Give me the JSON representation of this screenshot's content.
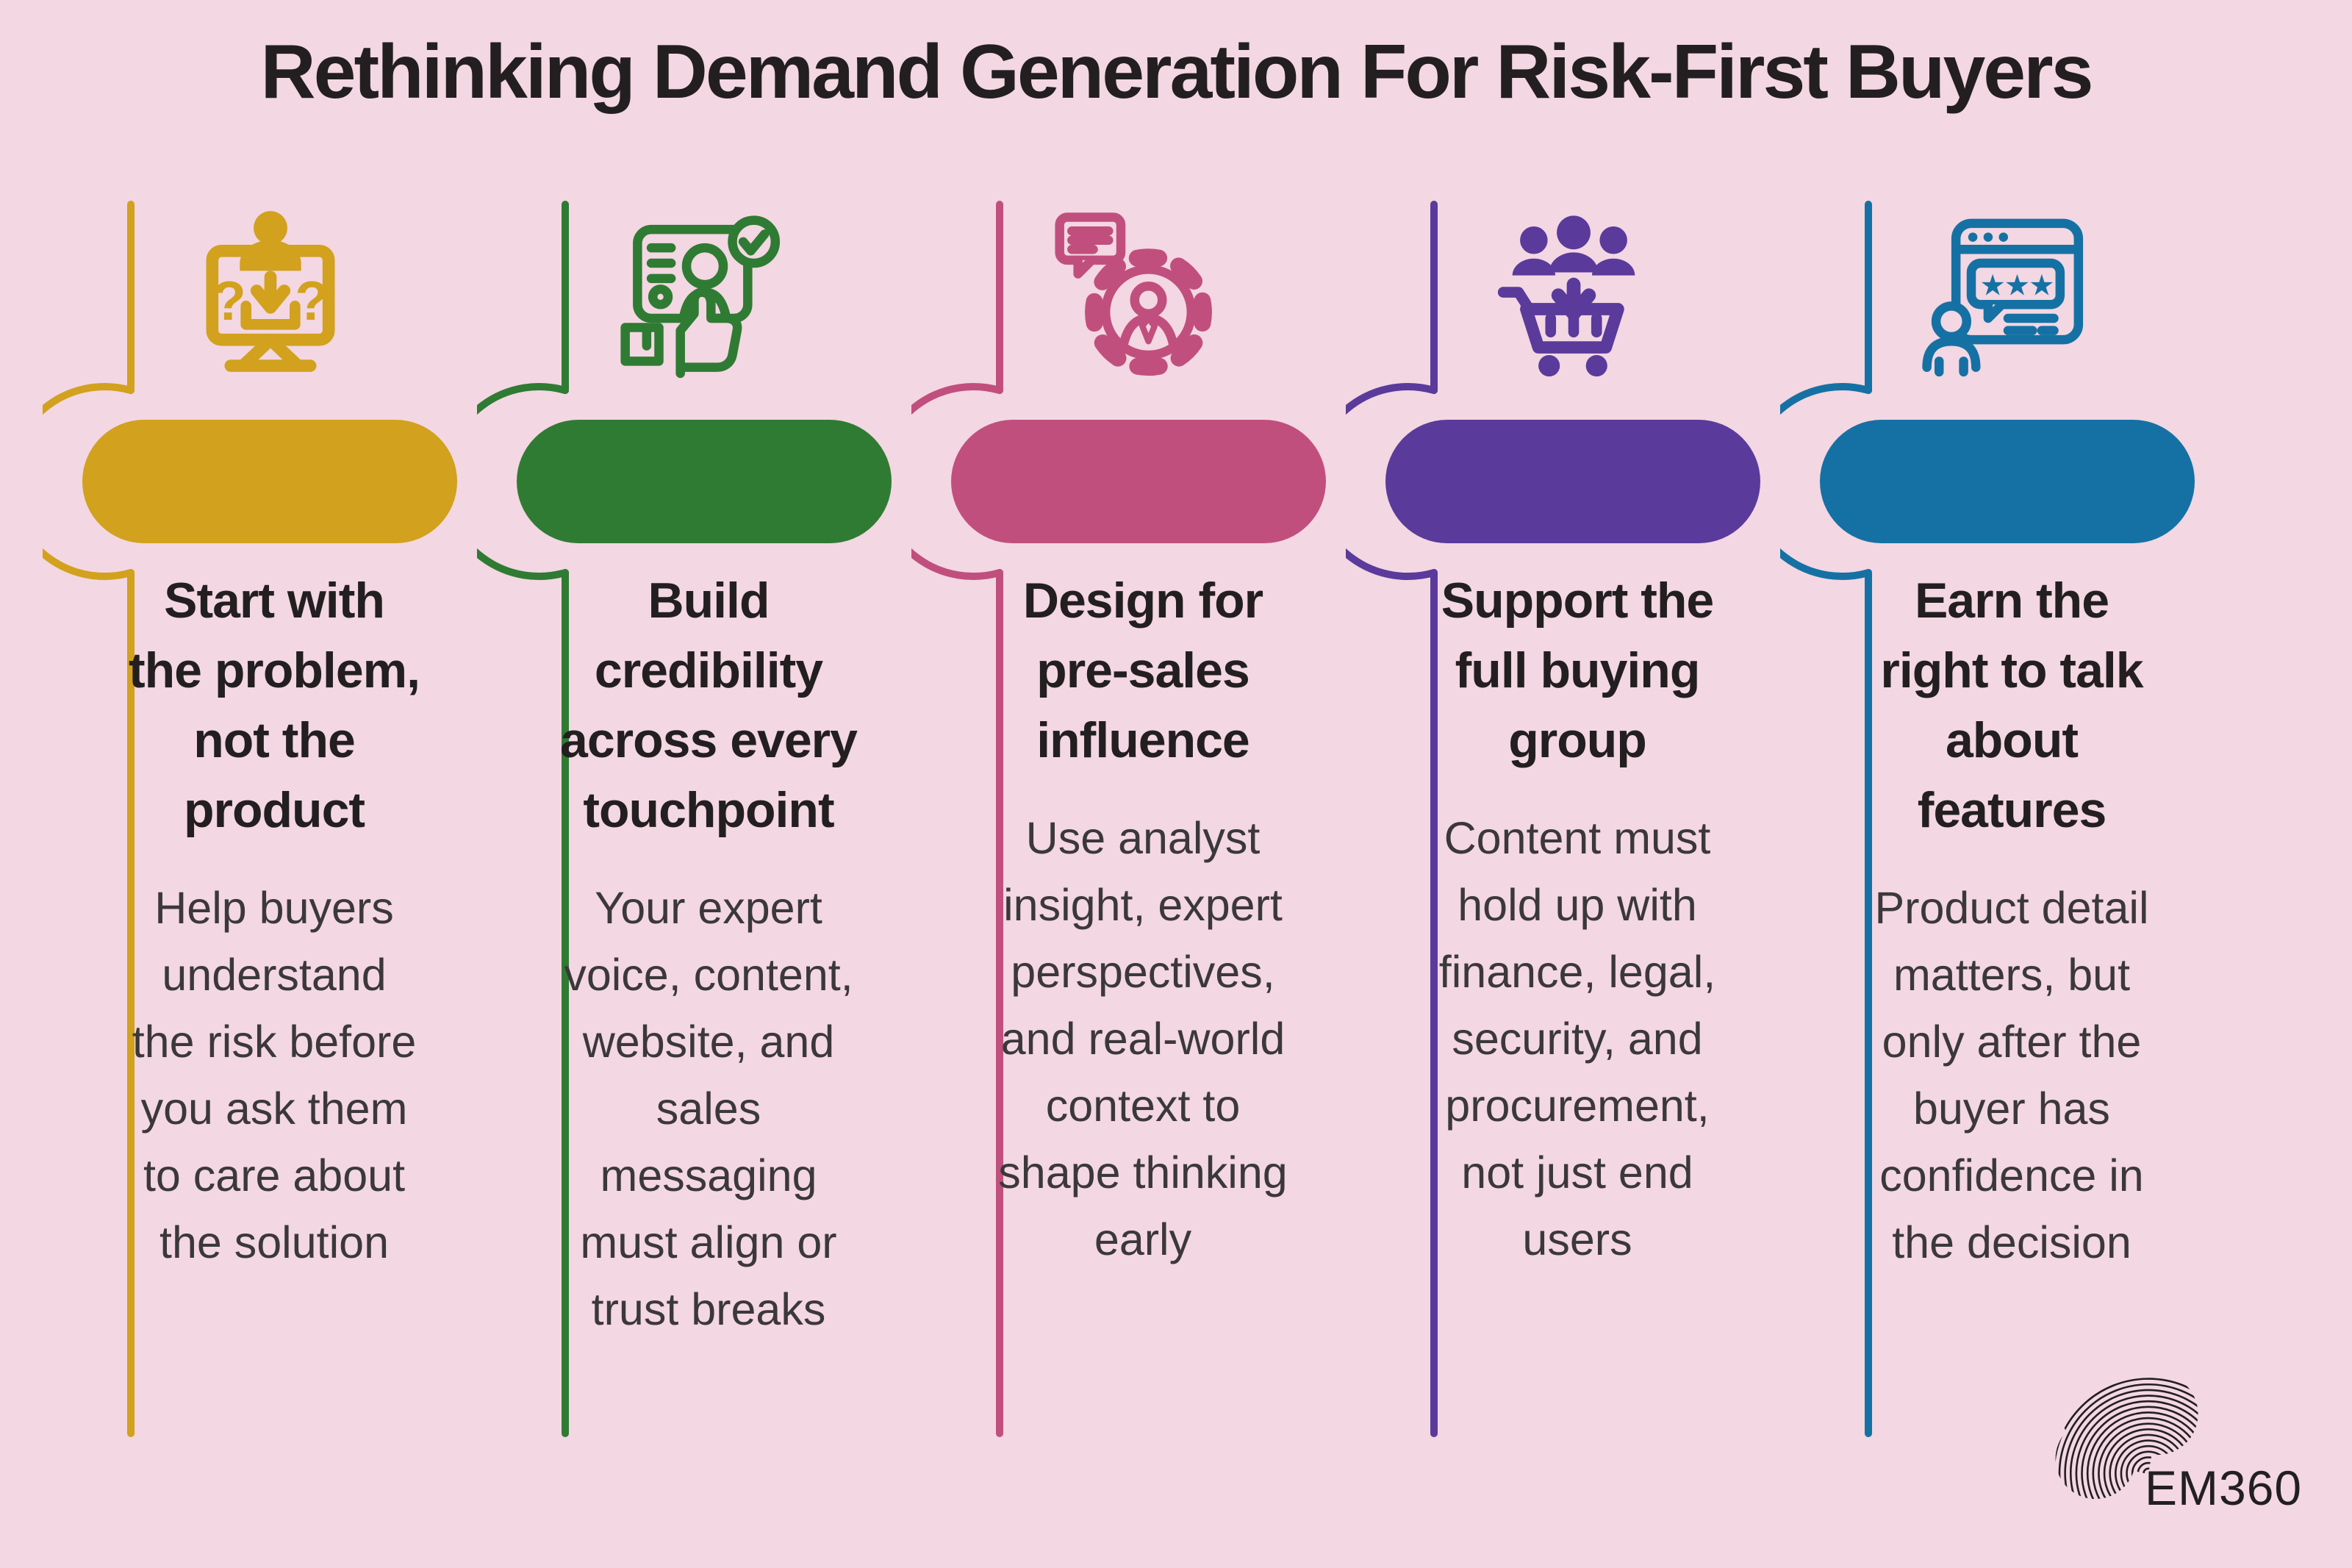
{
  "page": {
    "title": "Rethinking Demand Generation For Risk-First Buyers",
    "background": "#F3D7E2",
    "title_color": "#231F20",
    "heading_color": "#231F20",
    "body_color": "#3B383A"
  },
  "columns": [
    {
      "color": "#D2A11E",
      "icon": "monitor-user-download-questions-icon",
      "heading": "Start with\nthe problem,\nnot the\nproduct",
      "body": "Help buyers\nunderstand\nthe risk before\nyou ask them\nto care about\nthe solution"
    },
    {
      "color": "#2F7B33",
      "icon": "screen-person-thumbs-up-check-icon",
      "heading": "Build\ncredibility\nacross every\ntouchpoint",
      "body": "Your expert\nvoice, content,\nwebsite, and\nsales\nmessaging\nmust align or\ntrust breaks"
    },
    {
      "color": "#C14F7E",
      "icon": "gear-person-chat-icon",
      "heading": "Design for\npre-sales\ninfluence",
      "body": "Use analyst\ninsight, expert\nperspectives,\nand real-world\ncontext to\nshape thinking\nearly"
    },
    {
      "color": "#5A3A9B",
      "icon": "buying-group-cart-icon",
      "heading": "Support the\nfull buying\ngroup",
      "body": "Content must\nhold up with\nfinance, legal,\nsecurity, and\nprocurement,\nnot just end\nusers"
    },
    {
      "color": "#1571A4",
      "icon": "browser-star-review-icon",
      "heading": "Earn the\nright to talk\nabout\nfeatures",
      "body": "Product detail\nmatters, but\nonly after the\nbuyer has\nconfidence in\nthe decision"
    }
  ],
  "footer": {
    "logo_text": "EM360",
    "logo_icon": "em360-spiral-logo-icon",
    "logo_color": "#221F20"
  }
}
